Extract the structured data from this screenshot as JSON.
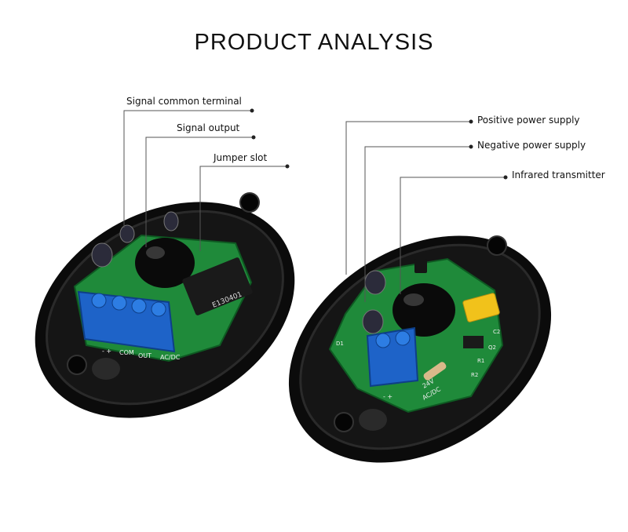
{
  "title": "PRODUCT ANALYSIS",
  "receiver_labels": {
    "signal_common": "Signal common terminal",
    "signal_output": "Signal output",
    "jumper_slot": "Jumper slot"
  },
  "transmitter_labels": {
    "positive_power": "Positive power supply",
    "negative_power": "Negative power supply",
    "infrared_tx": "Infrared transmitter"
  },
  "board_markings": {
    "receiver": {
      "relay_text": "E130401",
      "terminal_marks": [
        "- +",
        "COM",
        "OUT",
        "AC/DC"
      ]
    },
    "transmitter": {
      "terminal_marks": [
        "- +",
        "24V",
        "AC/DC"
      ],
      "component_marks": [
        "D1",
        "R1",
        "R2",
        "C2",
        "Q2"
      ]
    }
  },
  "colors": {
    "housing": "#0b0b0b",
    "pcb": "#1f8a3a",
    "terminal_block": "#1e63c8",
    "relay": "#1a1a1a",
    "capacitor_yellow": "#f1c21b",
    "leader_line": "#555555"
  }
}
